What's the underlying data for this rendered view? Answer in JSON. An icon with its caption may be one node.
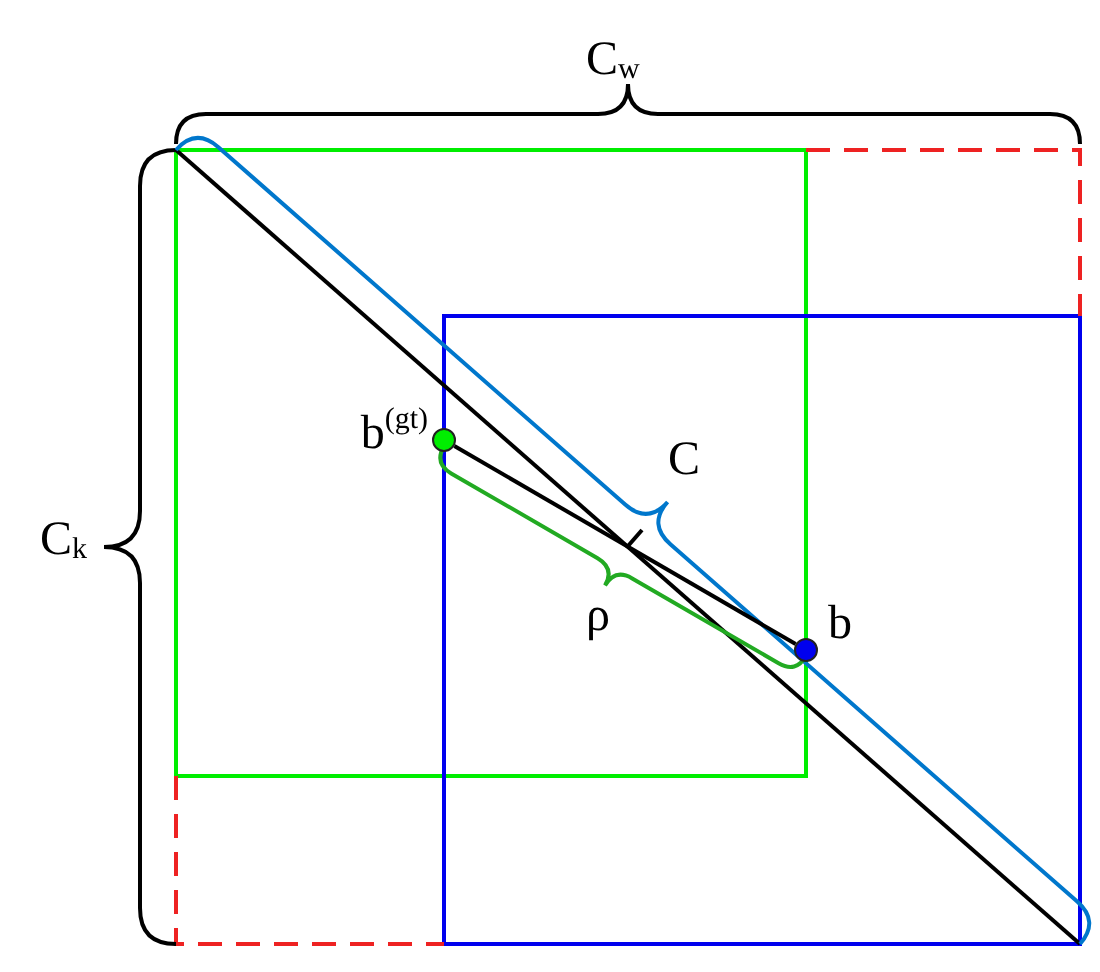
{
  "diagram": {
    "nodes": [
      {
        "text": [],
        "shape": "circle",
        "beside": [
          "b$^{(gt)}$"
        ]
      },
      {
        "text": [],
        "shape": "circle",
        "beside": [
          "b"
        ]
      }
    ],
    "edges": [
      {
        "from": 0,
        "to": 1,
        "arrow": "none"
      }
    ],
    "labels": [
      "C$_{w}$",
      "C$_{k}$",
      "C",
      "ρ"
    ]
  }
}
